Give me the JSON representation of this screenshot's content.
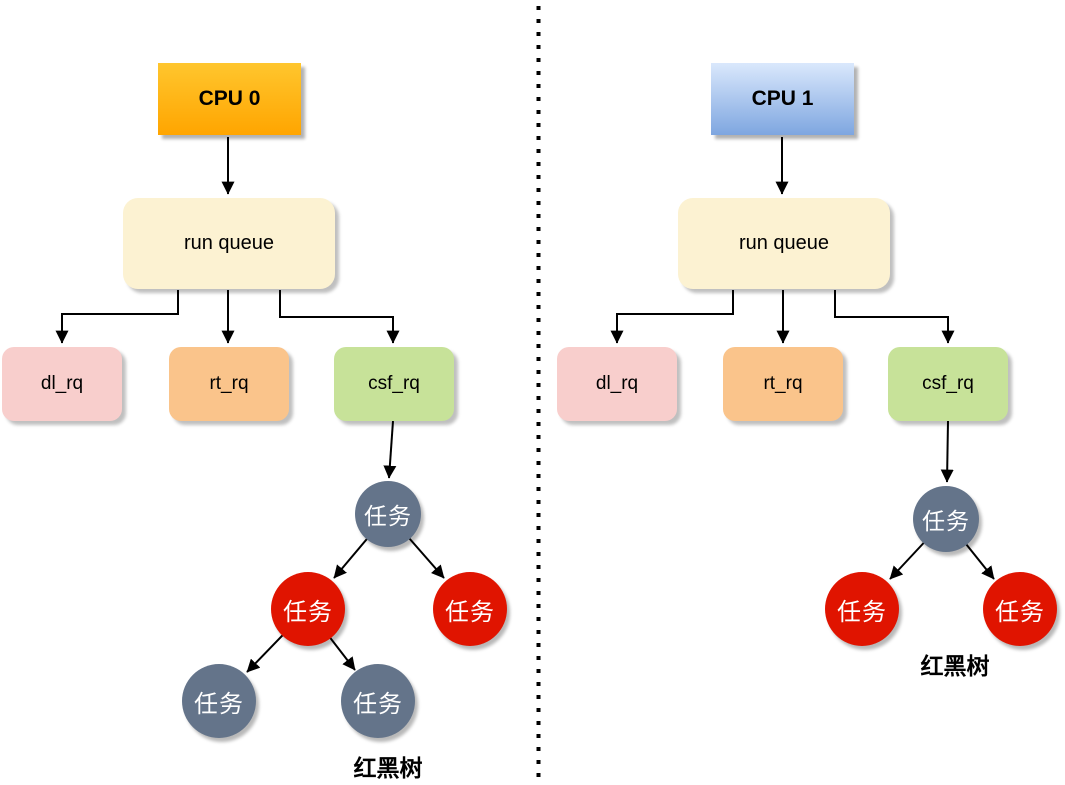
{
  "colors": {
    "cpu0_top": "#FFC62E",
    "cpu0_bottom": "#FFA500",
    "cpu1_top": "#DAE8FC",
    "cpu1_bottom": "#7EA6E0",
    "run_queue": "#FCF2D2",
    "dl_rq": "#F8CECC",
    "rt_rq": "#FAC48B",
    "csf_rq": "#C7E299",
    "node_gray": "#64748A",
    "node_red": "#E01400",
    "arrow": "#000000",
    "divider": "#000000"
  },
  "left": {
    "cpu": "CPU 0",
    "run_queue": "run queue",
    "queues": [
      "dl_rq",
      "rt_rq",
      "csf_rq"
    ],
    "tree": {
      "label": "红黑树",
      "nodes": [
        {
          "label": "任务",
          "color": "gray",
          "role": "root"
        },
        {
          "label": "任务",
          "color": "red",
          "role": "left-child"
        },
        {
          "label": "任务",
          "color": "red",
          "role": "right-child"
        },
        {
          "label": "任务",
          "color": "gray",
          "role": "left-grandchild"
        },
        {
          "label": "任务",
          "color": "gray",
          "role": "right-grandchild"
        }
      ]
    }
  },
  "right": {
    "cpu": "CPU 1",
    "run_queue": "run queue",
    "queues": [
      "dl_rq",
      "rt_rq",
      "csf_rq"
    ],
    "tree": {
      "label": "红黑树",
      "nodes": [
        {
          "label": "任务",
          "color": "gray",
          "role": "root"
        },
        {
          "label": "任务",
          "color": "red",
          "role": "left-child"
        },
        {
          "label": "任务",
          "color": "red",
          "role": "right-child"
        }
      ]
    }
  }
}
